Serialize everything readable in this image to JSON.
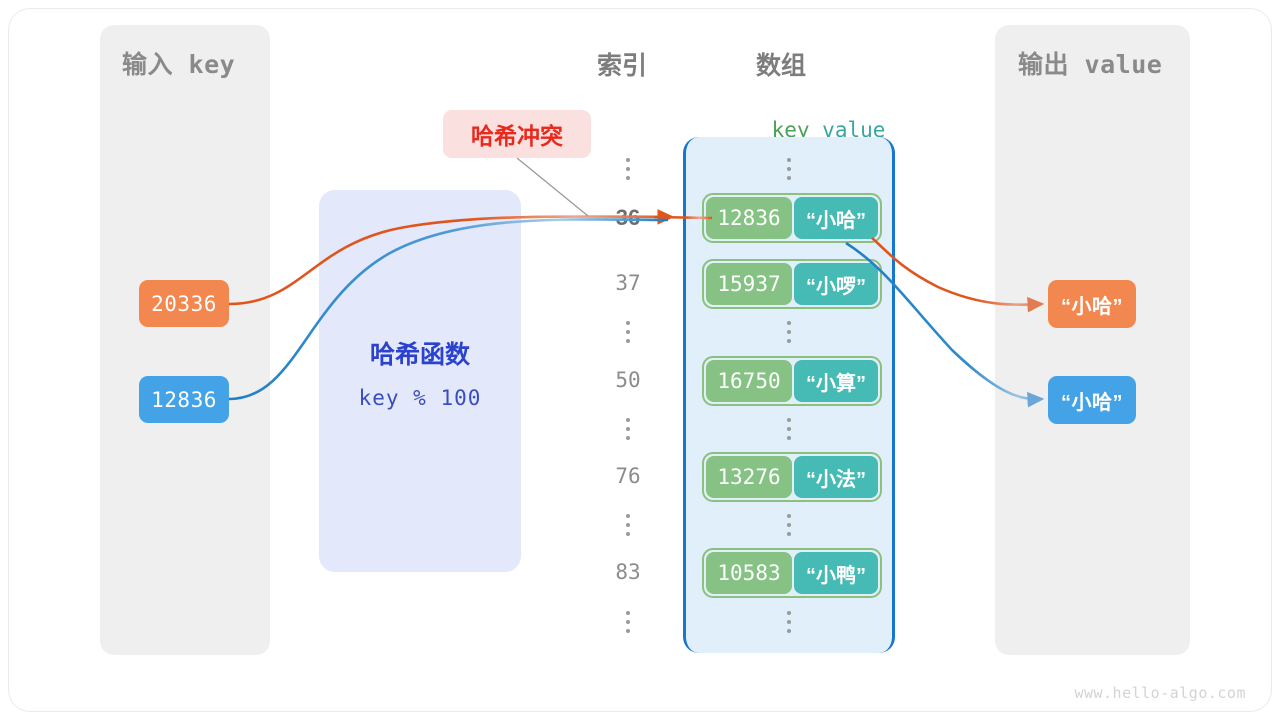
{
  "diagram": {
    "watermark": "www.hello-algo.com"
  },
  "input_panel": {
    "title": "输入 key",
    "keys": [
      {
        "value": "20336",
        "color": "#f2884f"
      },
      {
        "value": "12836",
        "color": "#44a3e6"
      }
    ]
  },
  "hash_function": {
    "title": "哈希函数",
    "expression": "key % 100",
    "color": "#2b42cf"
  },
  "collision_badge": {
    "label": "哈希冲突",
    "color": "#e8291c",
    "background": "#fbe0e0"
  },
  "array_section": {
    "index_header": "索引",
    "array_header": "数组",
    "key_header": "key",
    "value_header": "value",
    "key_color": "#4ba05a",
    "value_color": "#3aa6a0",
    "border_color": "#1876d1",
    "rows": [
      {
        "type": "dots"
      },
      {
        "type": "entry",
        "index": "36",
        "key": "12836",
        "value": "“小哈”",
        "highlight": true
      },
      {
        "type": "entry",
        "index": "37",
        "key": "15937",
        "value": "“小啰”",
        "highlight": false
      },
      {
        "type": "dots"
      },
      {
        "type": "entry",
        "index": "50",
        "key": "16750",
        "value": "“小算”",
        "highlight": false
      },
      {
        "type": "dots"
      },
      {
        "type": "entry",
        "index": "76",
        "key": "13276",
        "value": "“小法”",
        "highlight": false
      },
      {
        "type": "dots"
      },
      {
        "type": "entry",
        "index": "83",
        "key": "10583",
        "value": "“小鸭”",
        "highlight": false
      },
      {
        "type": "dots"
      }
    ]
  },
  "output_panel": {
    "title": "输出 value",
    "values": [
      {
        "value": "“小哈”",
        "color": "#f2884f"
      },
      {
        "value": "“小哈”",
        "color": "#44a3e6"
      }
    ]
  }
}
